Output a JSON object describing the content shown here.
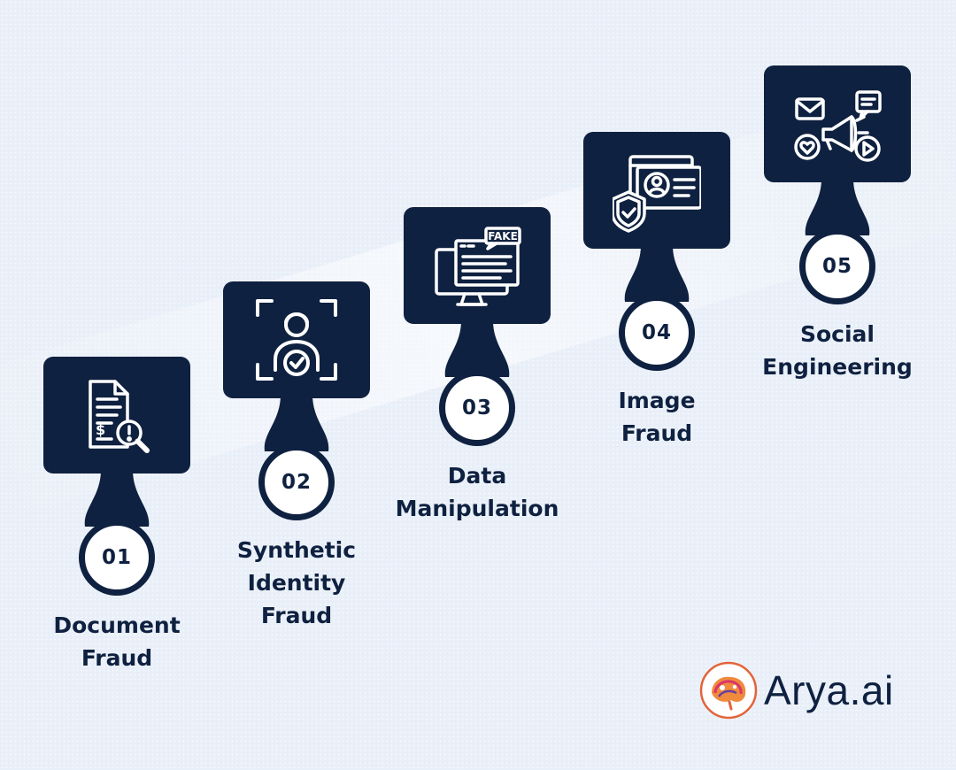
{
  "steps": [
    {
      "number": "01",
      "label": [
        "Document",
        "Fraud"
      ],
      "icon": "document-search-icon"
    },
    {
      "number": "02",
      "label": [
        "Synthetic",
        "Identity",
        "Fraud"
      ],
      "icon": "user-scan-icon"
    },
    {
      "number": "03",
      "label": [
        "Data",
        "Manipulation"
      ],
      "icon": "fake-monitor-icon",
      "icon_text": "FAKE"
    },
    {
      "number": "04",
      "label": [
        "Image",
        "Fraud"
      ],
      "icon": "id-card-shield-icon"
    },
    {
      "number": "05",
      "label": [
        "Social",
        "Engineering"
      ],
      "icon": "megaphone-social-icon"
    }
  ],
  "brand": {
    "name": "Arya.ai",
    "icon": "brain-logo-icon"
  },
  "colors": {
    "navy": "#0f2140",
    "background": "#e9eff8",
    "badge_fill": "#ffffff"
  }
}
